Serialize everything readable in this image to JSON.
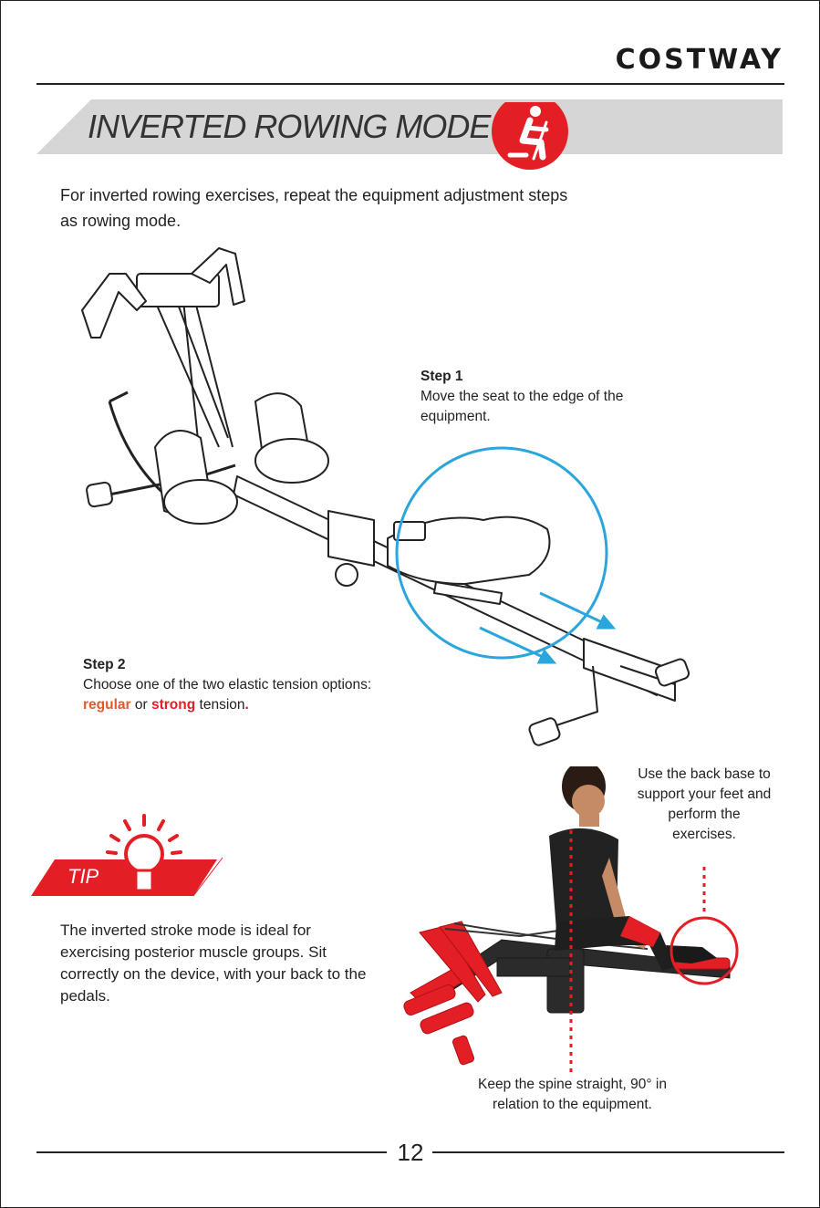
{
  "header": {
    "brand": "COSTWAY"
  },
  "section": {
    "title": "INVERTED ROWING MODE",
    "icon": "rowing-person-icon"
  },
  "intro": {
    "line1": "For inverted rowing exercises, repeat the equipment adjustment steps",
    "line2": "as rowing mode."
  },
  "step1": {
    "label": "Step 1",
    "text": "Move the seat to the edge of the equipment."
  },
  "step2": {
    "label": "Step 2",
    "text": "Choose one of the two elastic tension options:",
    "option_regular": "regular",
    "or_word": "or",
    "option_strong": "strong",
    "tail": "tension",
    "period": "."
  },
  "tip": {
    "label": "TIP",
    "icon": "lightbulb-icon",
    "text": "The inverted stroke mode is ideal for exercising posterior muscle groups. Sit correctly on the device, with your back to the pedals."
  },
  "notes": {
    "back_base": "Use the back base to support your feet and perform the exercises.",
    "spine": "Keep the spine straight, 90° in relation to the equipment."
  },
  "footer": {
    "page_number": "12"
  },
  "colors": {
    "accent_red": "#e31e24",
    "regular_orange": "#e2592a",
    "highlight_blue": "#2aa6dc",
    "band_gray": "#d6d6d6"
  }
}
